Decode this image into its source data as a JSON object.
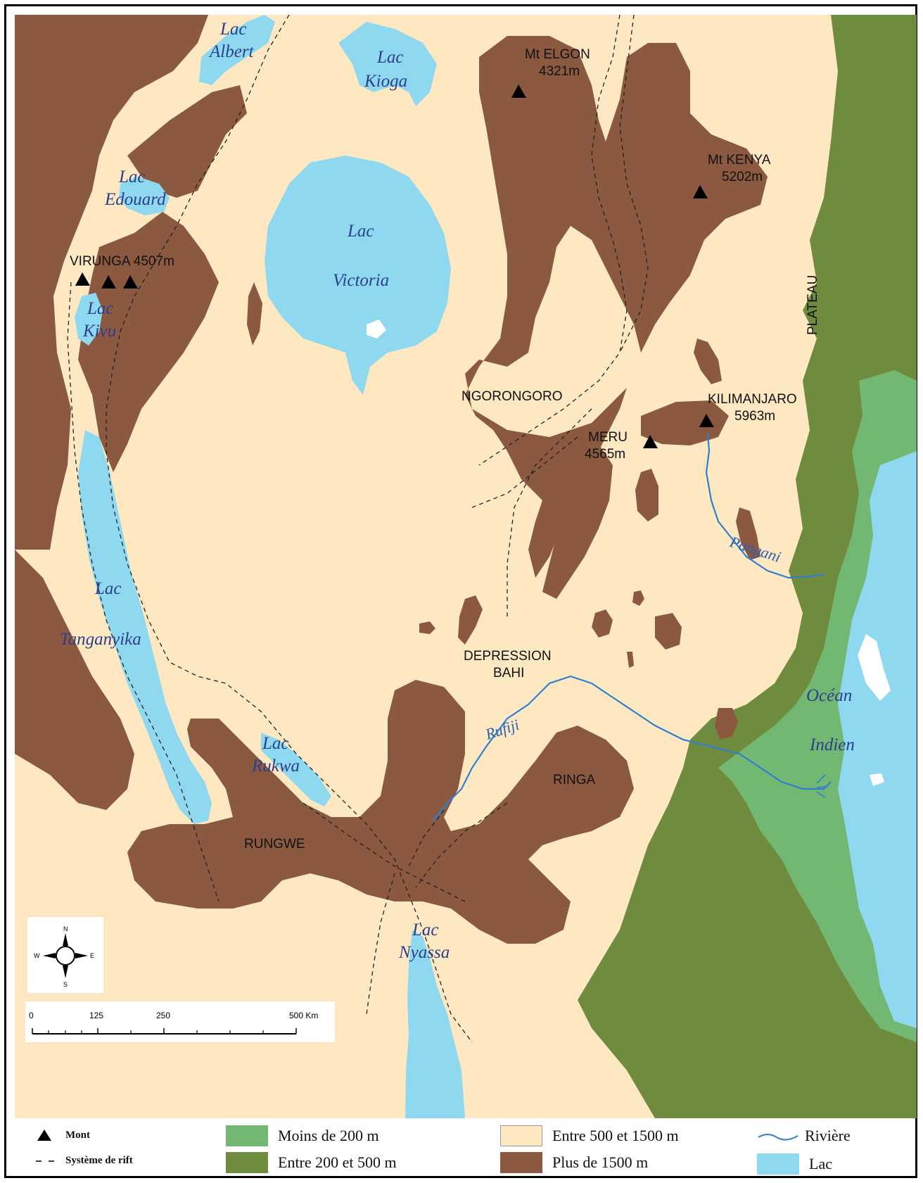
{
  "map": {
    "lakes": [
      "Lac Albert",
      "Lac Kioga",
      "Lac Edouard",
      "Lac Victoria",
      "Lac Kivu",
      "Lac Tanganyika",
      "Lac Rukwa",
      "Lac Nyassa"
    ],
    "lake_labels": {
      "albert_1": "Lac",
      "albert_2": "Albert",
      "kioga_1": "Lac",
      "kioga_2": "Kioga",
      "edouard_1": "Lac",
      "edouard_2": "Edouard",
      "victoria_1": "Lac",
      "victoria_2": "Victoria",
      "kivu_1": "Lac",
      "kivu_2": "Kivu",
      "tanganyika_1": "Lac",
      "tanganyika_2": "Tanganyika",
      "rukwa_1": "Lac",
      "rukwa_2": "Rukwa",
      "nyassa_1": "Lac",
      "nyassa_2": "Nyassa"
    },
    "ocean_labels": {
      "line1": "Océan",
      "line2": "Indien"
    },
    "river_labels": {
      "pangani": "Pangani",
      "rufiji": "Rufiji"
    },
    "mountains": {
      "elgon_1": "Mt ELGON",
      "elgon_2": "4321m",
      "kenya_1": "Mt KENYA",
      "kenya_2": "5202m",
      "virunga": "VIRUNGA 4507m",
      "kilimanjaro_1": "KILIMANJARO",
      "kilimanjaro_2": "5963m",
      "meru_1": "MERU",
      "meru_2": "4565m"
    },
    "regions": {
      "ngorongoro": "NGORONGORO",
      "depression_1": "DEPRESSION",
      "depression_2": "BAHI",
      "ringa": "RINGA",
      "rungwe": "RUNGWE",
      "plateau": "PLATEAU"
    },
    "compass": {
      "n": "N",
      "s": "S",
      "e": "E",
      "w": "W"
    },
    "scale": {
      "t0": "0",
      "t1": "125",
      "t2": "250",
      "t3": "500 Km"
    }
  },
  "legend": {
    "mont": "Mont",
    "rift": "Système de rift",
    "lt200": "Moins de 200 m",
    "r200_500": "Entre 200 et 500 m",
    "r500_1500": "Entre 500 et 1500 m",
    "gt1500": "Plus de 1500 m",
    "riviere": "Rivière",
    "lac": "Lac"
  },
  "colors": {
    "plateau_500_1500": "#fde8c2",
    "above_1500": "#8b5840",
    "between_200_500": "#6f8c3e",
    "below_200": "#72b873",
    "lake": "#8ed8f0",
    "river": "#2f7fd0"
  }
}
